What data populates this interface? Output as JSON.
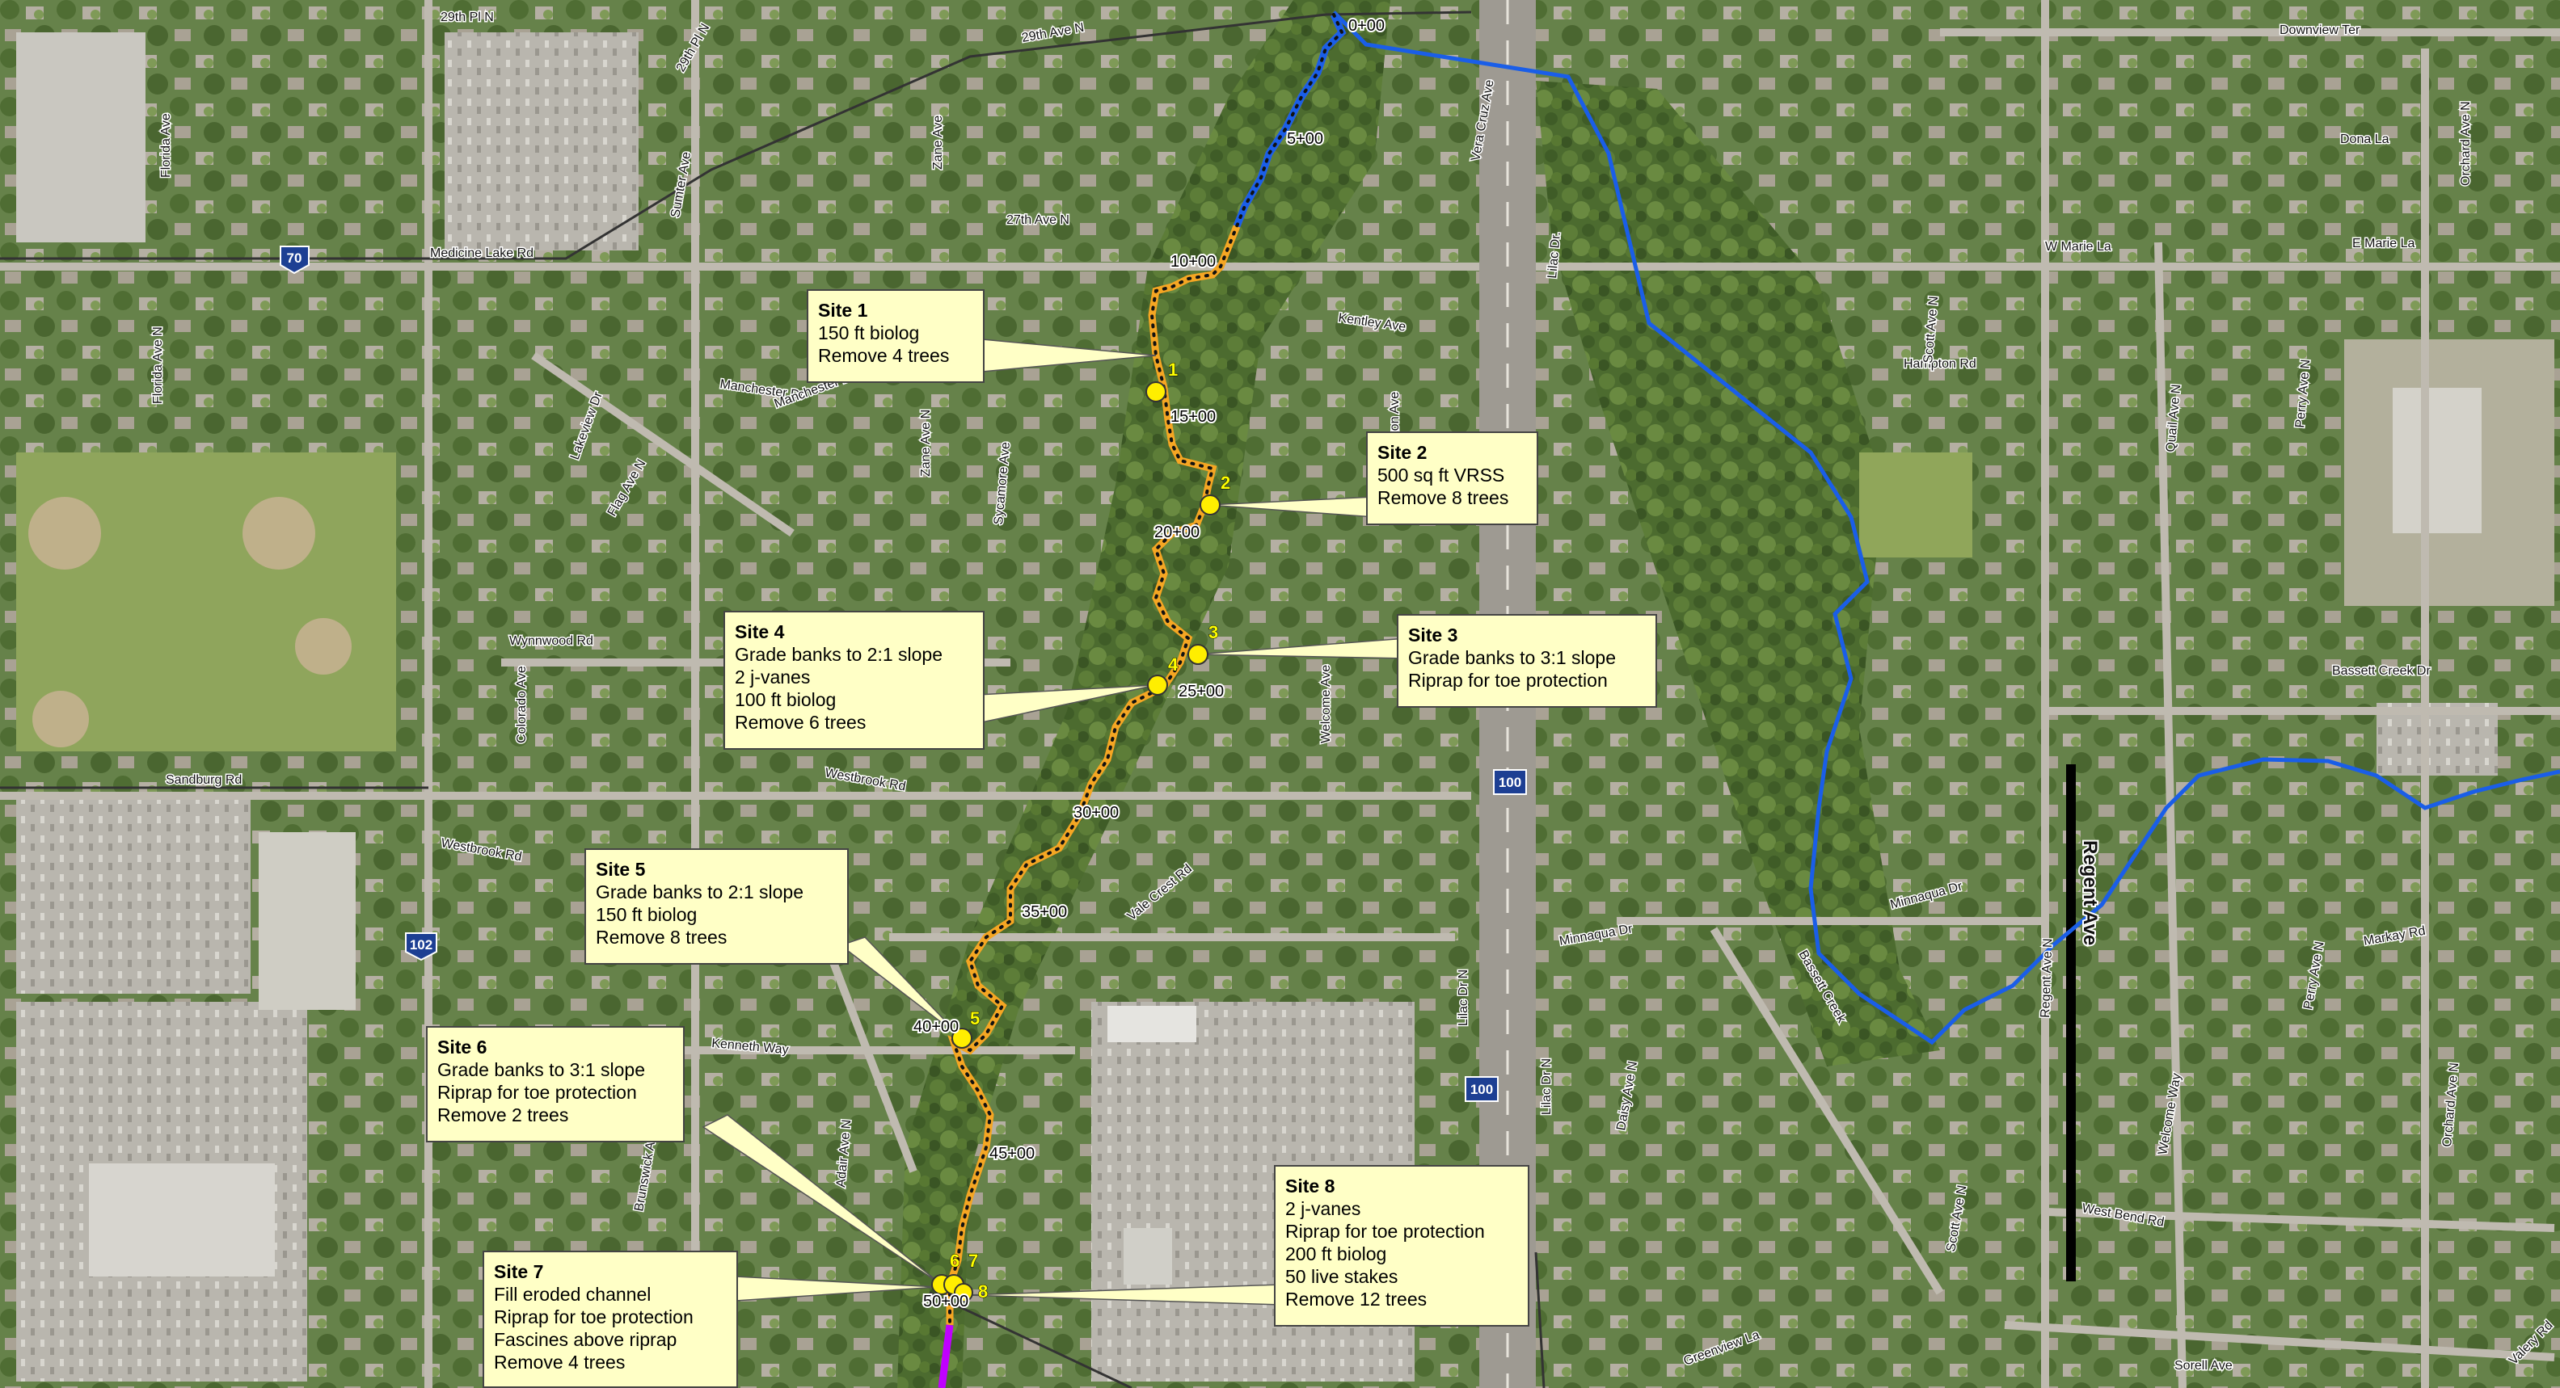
{
  "colors": {
    "creek_blue": "#1a5ee8",
    "project_orange": "#f5a623",
    "stationing_dots": "#111111",
    "downstream_purple": "#c000ff",
    "callout_fill": "#ffffc6",
    "site_marker": "#ffee00"
  },
  "roads": [
    {
      "name": "29th Pl N"
    },
    {
      "name": "29th Pl N"
    },
    {
      "name": "29th Ave N"
    },
    {
      "name": "27th Ave N"
    },
    {
      "name": "Florida Ave"
    },
    {
      "name": "Florida Ave N"
    },
    {
      "name": "Medicine Lake Rd"
    },
    {
      "name": "Sumter Ave"
    },
    {
      "name": "Zane Ave"
    },
    {
      "name": "Manchester Dr"
    },
    {
      "name": "Manchester Dr"
    },
    {
      "name": "Lakeview Dr"
    },
    {
      "name": "Flag Ave N"
    },
    {
      "name": "Zane Ave N"
    },
    {
      "name": "Sycamore Ave"
    },
    {
      "name": "Yukon Ave"
    },
    {
      "name": "Kentley Ave"
    },
    {
      "name": "Vera Cruz Ave"
    },
    {
      "name": "Lilac Dr."
    },
    {
      "name": "Lilac Dr N"
    },
    {
      "name": "Lilac Dr N"
    },
    {
      "name": "Wynnwood Rd"
    },
    {
      "name": "Colorado Ave"
    },
    {
      "name": "Sandburg Rd"
    },
    {
      "name": "Westbrook Rd"
    },
    {
      "name": "Westbrook Rd"
    },
    {
      "name": "Vale Crest Rd"
    },
    {
      "name": "Welcome Ave"
    },
    {
      "name": "Kenneth Way"
    },
    {
      "name": "Adair Ave N"
    },
    {
      "name": "Brunswick Ave"
    },
    {
      "name": "Downview Ter"
    },
    {
      "name": "Dona La"
    },
    {
      "name": "W Marie La"
    },
    {
      "name": "E Marie La"
    },
    {
      "name": "Orchard Ave N"
    },
    {
      "name": "Hampton Rd"
    },
    {
      "name": "Scott Ave N"
    },
    {
      "name": "Quail Ave N"
    },
    {
      "name": "Perry Ave N"
    },
    {
      "name": "Bassett Creek Dr"
    },
    {
      "name": "Minnaqua Dr"
    },
    {
      "name": "Minnaqua Dr"
    },
    {
      "name": "Markay Rd"
    },
    {
      "name": "Regent Ave N"
    },
    {
      "name": "Welcome Way"
    },
    {
      "name": "Perry Ave N"
    },
    {
      "name": "Orchard Ave N"
    },
    {
      "name": "Scott Ave N"
    },
    {
      "name": "West Bend Rd"
    },
    {
      "name": "Greenview La"
    },
    {
      "name": "Daisy Ave N"
    },
    {
      "name": "Sorell Ave"
    },
    {
      "name": "Valery Rd"
    },
    {
      "name": "Regent Ave"
    },
    {
      "name": "Bassett Creek"
    }
  ],
  "highway_shields": [
    {
      "label": "70",
      "type": "county"
    },
    {
      "label": "102",
      "type": "county"
    },
    {
      "label": "100",
      "type": "state"
    },
    {
      "label": "100",
      "type": "state"
    }
  ],
  "stations": [
    "0+00",
    "5+00",
    "10+00",
    "15+00",
    "20+00",
    "25+00",
    "30+00",
    "35+00",
    "40+00",
    "45+00",
    "50+00"
  ],
  "site_markers": [
    "1",
    "2",
    "3",
    "4",
    "5",
    "6",
    "7",
    "8"
  ],
  "callouts": [
    {
      "title": "Site 1",
      "lines": [
        "150 ft biolog",
        "Remove 4 trees"
      ]
    },
    {
      "title": "Site 2",
      "lines": [
        "500 sq ft VRSS",
        "Remove 8 trees"
      ]
    },
    {
      "title": "Site 3",
      "lines": [
        "Grade banks to 3:1 slope",
        "Riprap for toe protection"
      ]
    },
    {
      "title": "Site 4",
      "lines": [
        "Grade banks to 2:1 slope",
        "2 j-vanes",
        "100 ft biolog",
        "Remove 6 trees"
      ]
    },
    {
      "title": "Site 5",
      "lines": [
        "Grade banks to 2:1 slope",
        "150 ft biolog",
        "Remove 8 trees"
      ]
    },
    {
      "title": "Site 6",
      "lines": [
        "Grade banks to 3:1 slope",
        "Riprap for toe protection",
        "Remove 2 trees"
      ]
    },
    {
      "title": "Site 7",
      "lines": [
        "Fill eroded channel",
        "Riprap for toe protection",
        "Fascines above riprap",
        "Remove 4 trees"
      ]
    },
    {
      "title": "Site 8",
      "lines": [
        "2 j-vanes",
        "Riprap for toe protection",
        "200 ft biolog",
        "50 live stakes",
        "Remove 12 trees"
      ]
    }
  ]
}
